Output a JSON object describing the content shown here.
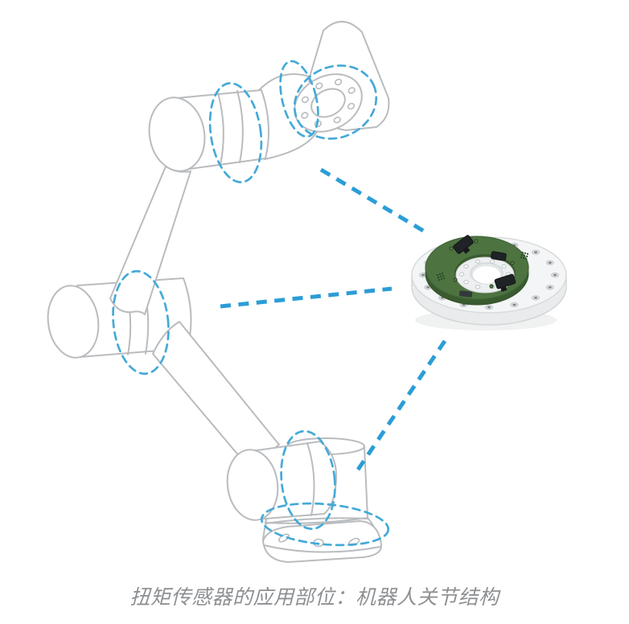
{
  "caption": {
    "text": "扭矩传感器的应用部位：机器人关节结构"
  },
  "colors": {
    "outline_gray": "#b9bcbf",
    "highlight_cyan": "#45aad7",
    "connector_blue": "#2b9dd6",
    "sensor_green": "#4d7340",
    "sensor_green_dark": "#3a5a2f",
    "sensor_disc_white": "#f4f5f6",
    "sensor_disc_side": "#e9ebec",
    "caption_gray": "#8d9093",
    "background": "#ffffff"
  },
  "figure": {
    "subject": "torque-sensor-robot-joint-diagram",
    "highlighted_joints": [
      {
        "name": "wrist-flange"
      },
      {
        "name": "wrist-joint"
      },
      {
        "name": "upper-arm-joint"
      },
      {
        "name": "elbow-joint"
      },
      {
        "name": "shoulder-joint"
      },
      {
        "name": "base-joint"
      }
    ],
    "callout_line_count": 3,
    "sensor": {
      "name": "torque-sensor-disc"
    }
  }
}
